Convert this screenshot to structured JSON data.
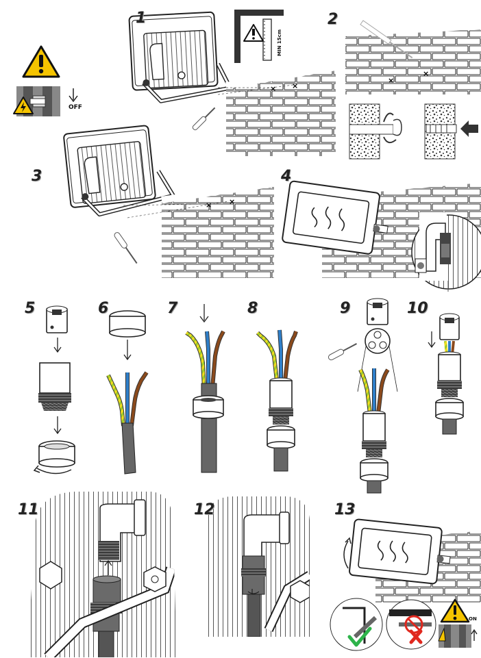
{
  "steps": [
    "1",
    "2",
    "3",
    "4",
    "5",
    "6",
    "7",
    "8",
    "9",
    "10",
    "11",
    "12",
    "13"
  ],
  "labels": {
    "off": "OFF",
    "on": "ON",
    "min_distance": "MIN 15cm"
  },
  "icons": [
    "warning-icon",
    "power-switch-icon",
    "electric-hazard-icon",
    "wall-bracket-icon",
    "screwdriver-icon",
    "drill-bit-icon",
    "wall-plug-icon",
    "cable-gland-icon",
    "check-icon",
    "cross-icon"
  ],
  "colors": {
    "warning_yellow": "#f5c400",
    "check_green": "#2db34a",
    "cross_red": "#e0281e",
    "wire_brown": "#8b4a1c",
    "wire_blue": "#2f7fc9",
    "wire_earth_green": "#9ecb2e",
    "wire_earth_yellow": "#f2dd1e"
  }
}
